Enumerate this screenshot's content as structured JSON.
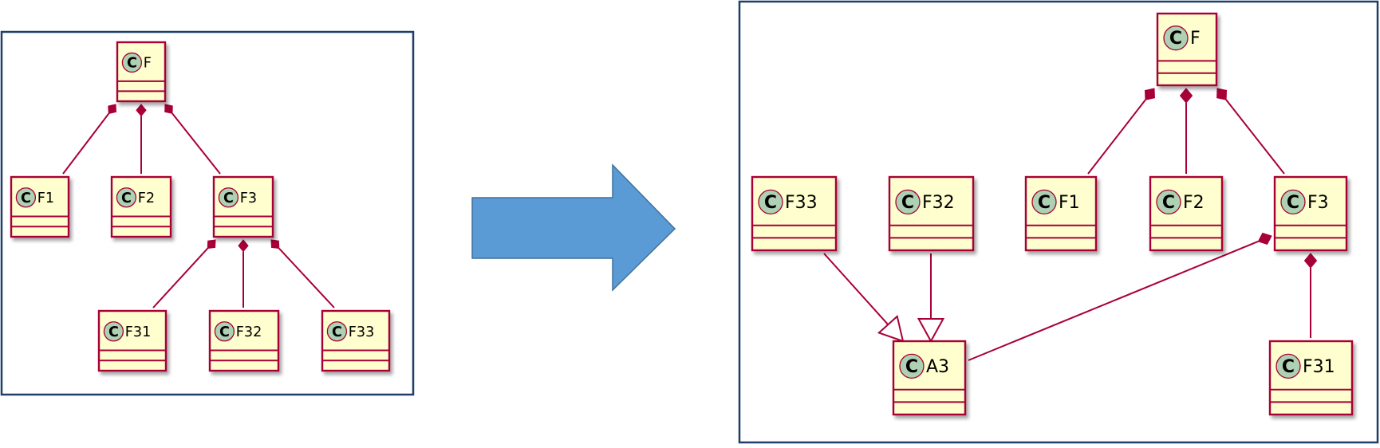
{
  "panels": {
    "before": {
      "classes": [
        {
          "id": "F",
          "label": "F"
        },
        {
          "id": "F1",
          "label": "F1"
        },
        {
          "id": "F2",
          "label": "F2"
        },
        {
          "id": "F3",
          "label": "F3"
        },
        {
          "id": "F31",
          "label": "F31"
        },
        {
          "id": "F32",
          "label": "F32"
        },
        {
          "id": "F33",
          "label": "F33"
        }
      ],
      "relations": [
        {
          "from": "F",
          "to": "F1",
          "kind": "composition"
        },
        {
          "from": "F",
          "to": "F2",
          "kind": "composition"
        },
        {
          "from": "F",
          "to": "F3",
          "kind": "composition"
        },
        {
          "from": "F3",
          "to": "F31",
          "kind": "composition"
        },
        {
          "from": "F3",
          "to": "F32",
          "kind": "composition"
        },
        {
          "from": "F3",
          "to": "F33",
          "kind": "composition"
        }
      ]
    },
    "after": {
      "classes": [
        {
          "id": "F",
          "label": "F"
        },
        {
          "id": "F33",
          "label": "F33"
        },
        {
          "id": "F32",
          "label": "F32"
        },
        {
          "id": "F1",
          "label": "F1"
        },
        {
          "id": "F2",
          "label": "F2"
        },
        {
          "id": "F3",
          "label": "F3"
        },
        {
          "id": "A3",
          "label": "A3"
        },
        {
          "id": "F31",
          "label": "F31"
        }
      ],
      "relations": [
        {
          "from": "F",
          "to": "F1",
          "kind": "composition"
        },
        {
          "from": "F",
          "to": "F2",
          "kind": "composition"
        },
        {
          "from": "F",
          "to": "F3",
          "kind": "composition"
        },
        {
          "from": "F3",
          "to": "A3",
          "kind": "composition"
        },
        {
          "from": "F3",
          "to": "F31",
          "kind": "composition"
        },
        {
          "from": "F33",
          "to": "A3",
          "kind": "inheritance"
        },
        {
          "from": "F32",
          "to": "A3",
          "kind": "inheritance"
        }
      ]
    }
  },
  "badge_letter": "C",
  "icons": {
    "transition": "right-arrow-icon",
    "class_badge": "class-c-icon"
  },
  "colors": {
    "class_fill": "#fefece",
    "class_border": "#a80036",
    "badge_fill": "#add1b2",
    "frame_border": "#1f3f6a",
    "arrow_fill": "#5b9bd5"
  }
}
